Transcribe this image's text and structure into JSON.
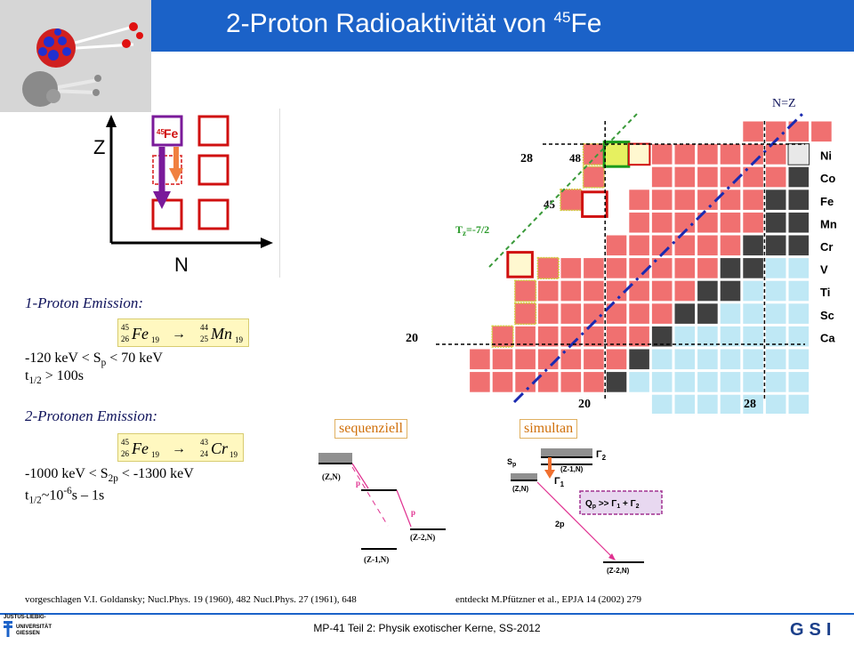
{
  "header": {
    "title_prefix": "2-Proton Radioaktivität von ",
    "title_sup": "45",
    "title_suffix": "Fe"
  },
  "zn_diagram": {
    "z_axis": "Z",
    "n_axis": "N",
    "nucleus": "Fe",
    "nucleus_mass": "45"
  },
  "one_proton": {
    "heading": "1-Proton Emission:",
    "formula_lhs_A": "45",
    "formula_lhs_Z": "26",
    "formula_lhs_el": "Fe",
    "formula_lhs_N": "19",
    "arrow": "→",
    "formula_rhs_A": "44",
    "formula_rhs_Z": "25",
    "formula_rhs_el": "Mn",
    "formula_rhs_N": "19",
    "energy_pre": "-120 keV < S",
    "energy_sub": "p",
    "energy_post": " < 70 keV",
    "half_pre": "t",
    "half_sub": "1/2",
    "half_post": " > 100s"
  },
  "two_proton": {
    "heading": "2-Protonen Emission:",
    "formula_lhs_A": "45",
    "formula_lhs_Z": "26",
    "formula_lhs_el": "Fe",
    "formula_lhs_N": "19",
    "arrow": "→",
    "formula_rhs_A": "43",
    "formula_rhs_Z": "24",
    "formula_rhs_el": "Cr",
    "formula_rhs_N": "19",
    "energy_pre": "-1000 keV < S",
    "energy_sub": "2p",
    "energy_post": " < -1300 keV",
    "half_pre": "t",
    "half_sub": "1/2",
    "half_mid": "~10",
    "half_sup": "-6",
    "half_post": "s – 1s"
  },
  "chart": {
    "nz_label": "N=Z",
    "tz_label": "T",
    "tz_sub": "z",
    "tz_value": "=-7/2",
    "label_28_row": "28",
    "label_20_row": "20",
    "label_20_col": "20",
    "label_28_col": "28",
    "box_48": "48",
    "box_45": "45",
    "elements": [
      "Ni",
      "Co",
      "Fe",
      "Mn",
      "Cr",
      "V",
      "Ti",
      "Sc",
      "Ca"
    ]
  },
  "decay": {
    "sequential_label": "sequenziell",
    "simultaneous_label": "simultan",
    "seq_levels": [
      "(Z,N)",
      "(Z-2,N)",
      "(Z-1,N)"
    ],
    "seq_p": "p",
    "sim_levels": [
      "(Z,N)",
      "(Z-1,N)",
      "(Z-2,N)"
    ],
    "sim_sp": "S",
    "sim_sp_sub": "p",
    "sim_gamma1": "Γ",
    "sim_gamma1_sub": "1",
    "sim_gamma2": "Γ",
    "sim_gamma2_sub": "2",
    "sim_2p": "2p",
    "sim_q": "Q",
    "sim_q_sub": "p",
    "sim_q_rest": " >> Γ",
    "sim_q_sub1": "1",
    "sim_q_plus": " + Γ",
    "sim_q_sub2": "2"
  },
  "references": {
    "left": "vorgeschlagen V.I. Goldansky; Nucl.Phys. 19 (1960), 482 Nucl.Phys. 27 (1961), 648",
    "right": "entdeckt M.Pfützner et al., EPJA 14 (2002) 279"
  },
  "footer": {
    "text": "MP-41 Teil 2: Physik exotischer Kerne, SS-2012",
    "uni_line1": "JUSTUS-LIEBIG-",
    "uni_line2": "UNIVERSITÄT",
    "uni_line3": "GIESSEN",
    "gsi": "GSI"
  },
  "colors": {
    "header_blue": "#1b62c8",
    "proton_red": "#f07070",
    "dark_cell": "#404040",
    "stable_cyan": "#bfe8f5",
    "formula_bg": "#fff8c0"
  }
}
